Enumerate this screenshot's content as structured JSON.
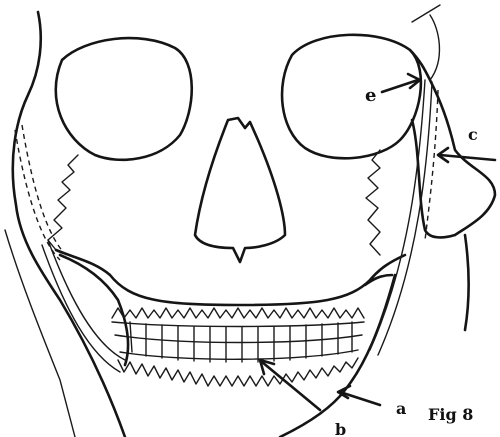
{
  "figure": {
    "caption": "Fig 8",
    "labels": {
      "a": "a",
      "b": "b",
      "c": "c",
      "e": "e"
    }
  },
  "icons": [
    "skull-outline",
    "arrow"
  ]
}
